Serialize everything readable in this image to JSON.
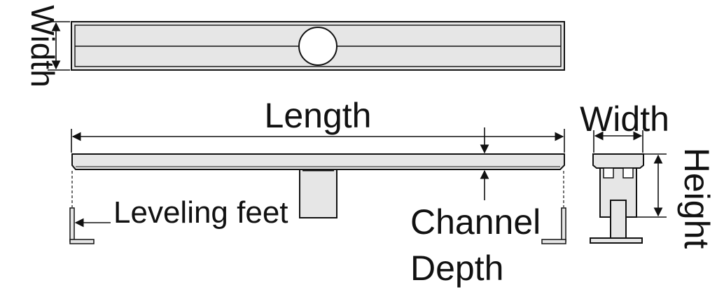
{
  "labels": {
    "top_width": "Width",
    "length": "Length",
    "side_width": "Width",
    "height": "Height",
    "leveling_feet": "Leveling feet",
    "channel_line1": "Channel",
    "channel_line2": "Depth"
  },
  "colors": {
    "fill": "#e6e6e6",
    "line": "#111111",
    "background": "#ffffff"
  }
}
